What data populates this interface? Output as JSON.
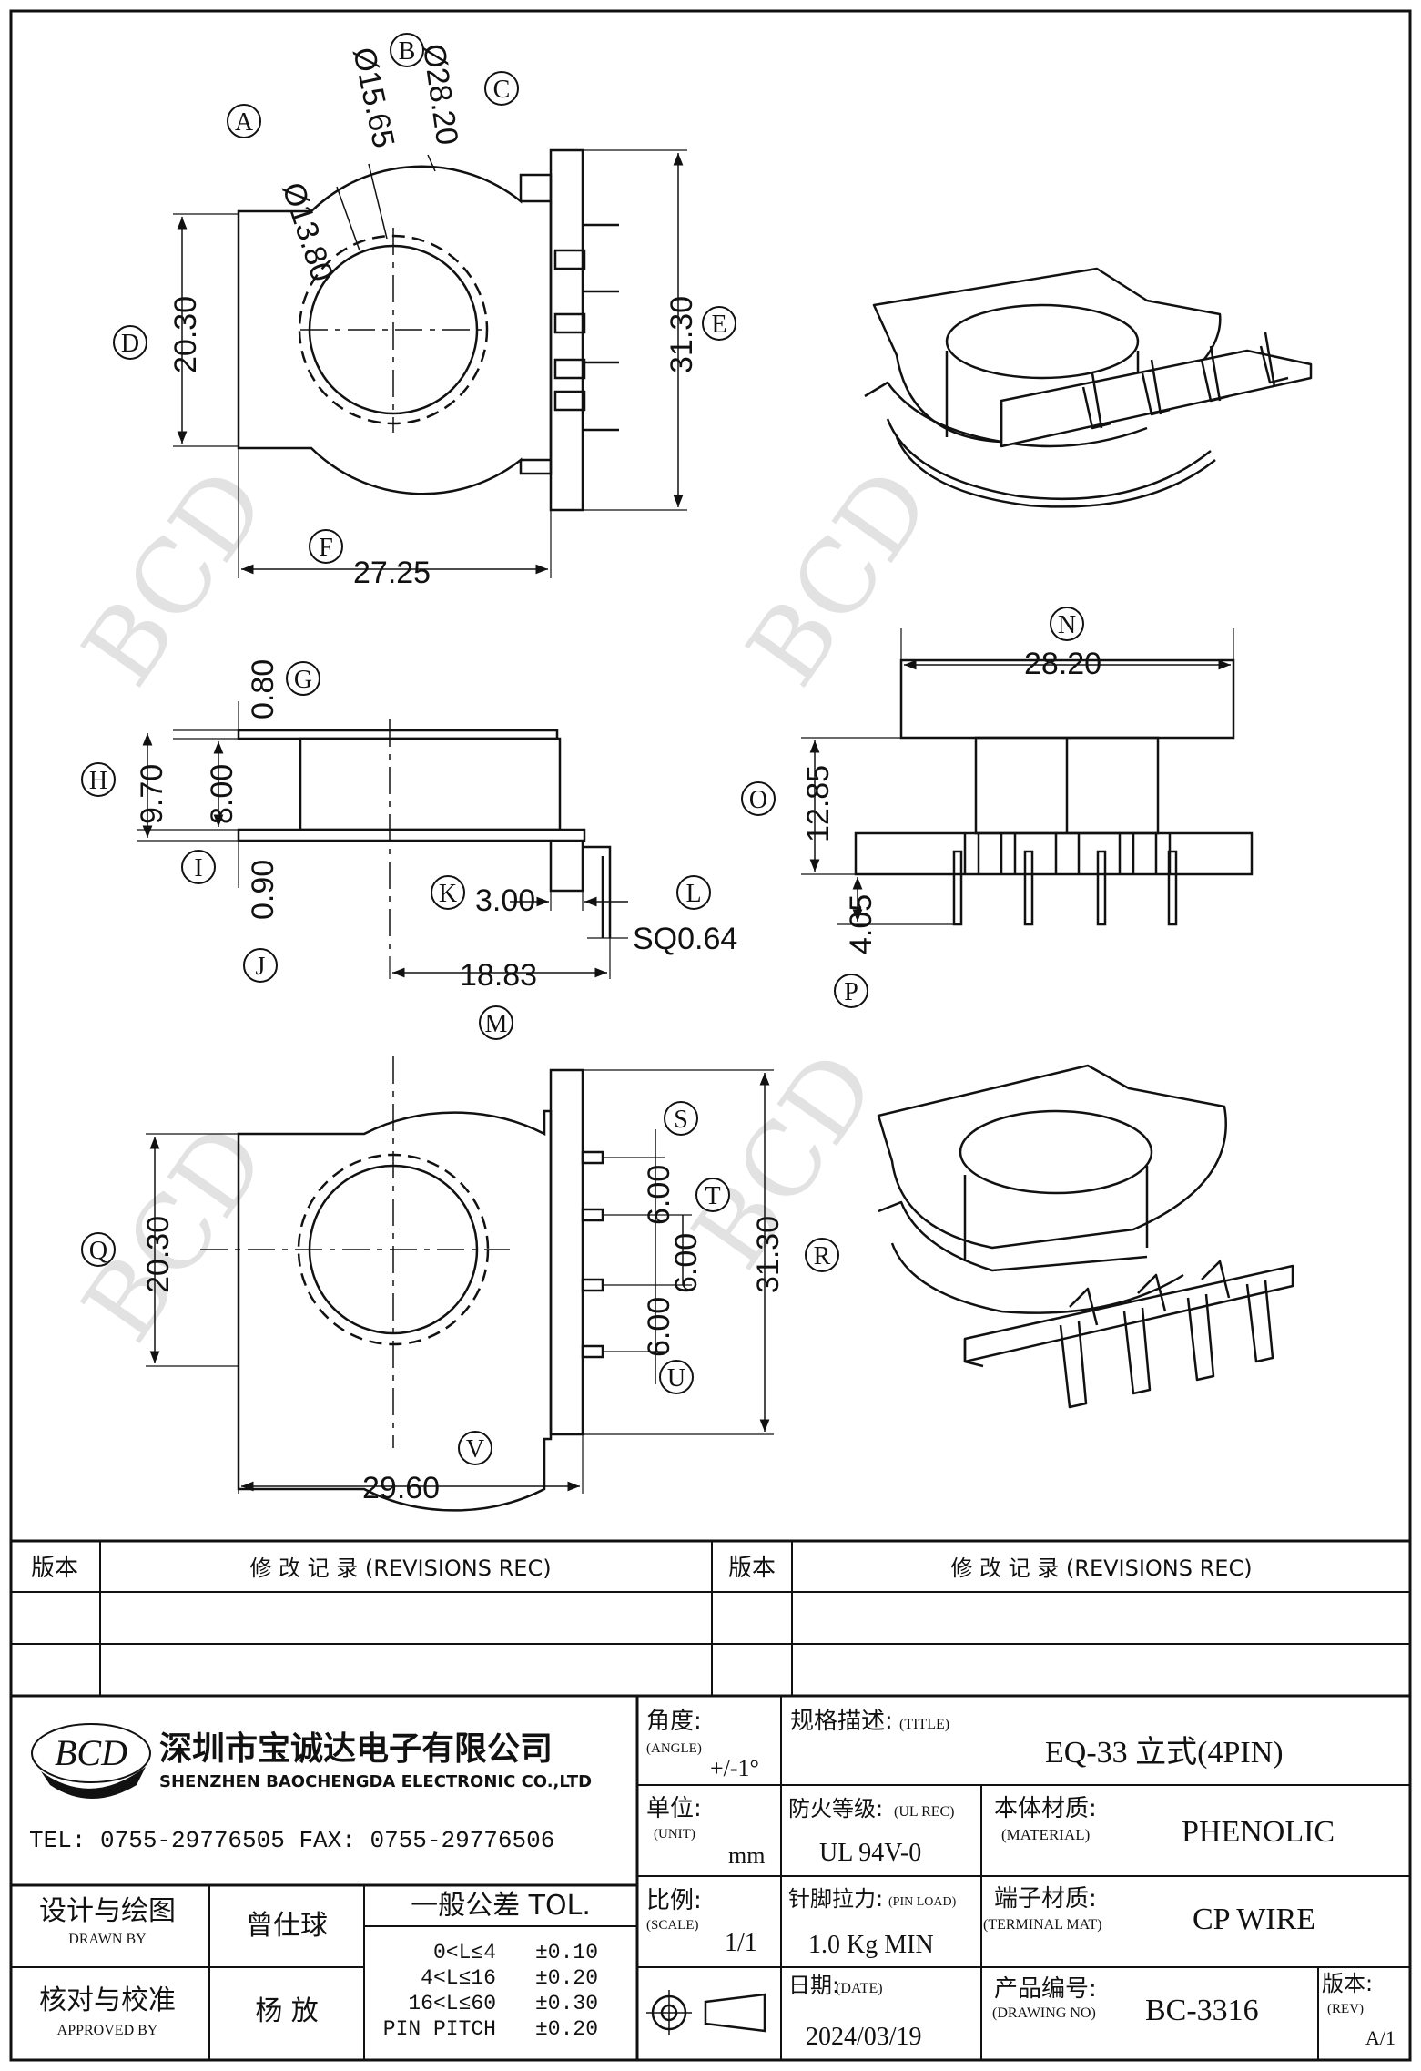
{
  "dimensions": {
    "d13_80": "Ø13.80",
    "d15_65": "Ø15.65",
    "d28_20": "Ø28.20",
    "h20_30": "20.30",
    "h31_30": "31.30",
    "w27_25": "27.25",
    "w28_20": "28.20",
    "t0_80": "0.80",
    "h9_70": "9.70",
    "h8_00": "8.00",
    "t0_90": "0.90",
    "w3_00": "3.00",
    "sq": "SQ0.64",
    "w18_83": "18.83",
    "h12_85": "12.85",
    "h4_05": "4.05",
    "p6_00a": "6.00",
    "p6_00b": "6.00",
    "p6_00c": "6.00",
    "bh20_30": "20.30",
    "bh31_30": "31.30",
    "w29_60": "29.60"
  },
  "bubbles": [
    "A",
    "B",
    "C",
    "D",
    "E",
    "F",
    "G",
    "H",
    "I",
    "J",
    "K",
    "L",
    "M",
    "N",
    "O",
    "P",
    "Q",
    "R",
    "S",
    "T",
    "U",
    "V"
  ],
  "watermark": "BCD",
  "revisions": {
    "col1_header": "版本",
    "col1_title": "修 改 记 录  (REVISIONS REC)",
    "col2_header": "版本",
    "col2_title": "修 改 记 录  (REVISIONS REC)"
  },
  "company": {
    "logo_text": "BCD",
    "name_cn": "深圳市宝诚达电子有限公司",
    "name_en": "SHENZHEN BAOCHENGDA ELECTRONIC CO.,LTD",
    "tel_fax": "TEL: 0755-29776505  FAX: 0755-29776506"
  },
  "title_block": {
    "angle_label": "角度:",
    "angle_label_en": "(ANGLE)",
    "angle_value": "+/-1°",
    "title_label": "规格描述:",
    "title_label_en": "(TITLE)",
    "title_value": "EQ-33 立式(4PIN)",
    "unit_label": "单位:",
    "unit_label_en": "(UNIT)",
    "unit_value": "mm",
    "ul_label": "防火等级:",
    "ul_label_en": "(UL REC)",
    "ul_value": "UL 94V-0",
    "material_label": "本体材质:",
    "material_label_en": "(MATERIAL)",
    "material_value": "PHENOLIC",
    "scale_label": "比例:",
    "scale_label_en": "(SCALE)",
    "scale_value": "1/1",
    "pin_load_label": "针脚拉力:",
    "pin_load_label_en": "(PIN LOAD)",
    "pin_load_value": "1.0 Kg MIN",
    "terminal_label": "端子材质:",
    "terminal_label_en": "(TERMINAL MAT)",
    "terminal_value": "CP WIRE",
    "date_label": "日期:",
    "date_label_en": "(DATE)",
    "date_value": "2024/03/19",
    "drawing_no_label": "产品编号:",
    "drawing_no_label_en": "(DRAWING NO)",
    "drawing_no_value": "BC-3316",
    "rev_label": "版本:",
    "rev_label_en": "(REV)",
    "rev_value": "A/1",
    "drawn_label": "设计与绘图",
    "drawn_label_en": "DRAWN BY",
    "drawn_value": "曾仕球",
    "approved_label": "核对与校准",
    "approved_label_en": "APPROVED BY",
    "approved_value": "杨  放",
    "tol_title": "一般公差 TOL.",
    "tol_rows": [
      {
        "range": "0<L≤4",
        "value": "±0.10"
      },
      {
        "range": "4<L≤16",
        "value": "±0.20"
      },
      {
        "range": "16<L≤60",
        "value": "±0.30"
      },
      {
        "range": "PIN PITCH",
        "value": "±0.20"
      }
    ]
  }
}
